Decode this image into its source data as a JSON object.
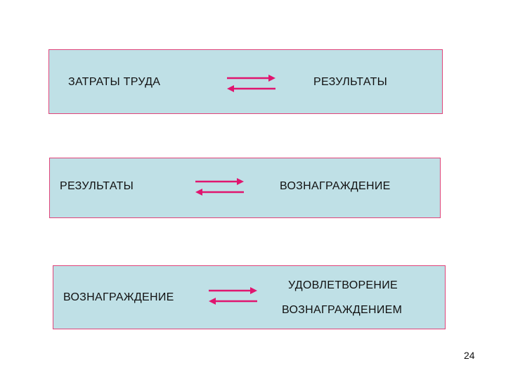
{
  "rows": [
    {
      "left": "ЗАТРАТЫ ТРУДА",
      "right": "РЕЗУЛЬТАТЫ"
    },
    {
      "left": "РЕЗУЛЬТАТЫ",
      "right": "ВОЗНАГРАЖДЕНИЕ"
    },
    {
      "left": "ВОЗНАГРАЖДЕНИЕ",
      "right_line1": "УДОВЛЕТВОРЕНИЕ",
      "right_line2": "ВОЗНАГРАЖДЕНИЕМ"
    }
  ],
  "arrow_color": "#e0156f",
  "box_fill": "#bfe0e6",
  "box_border": "#e0447a",
  "page_number": "24"
}
